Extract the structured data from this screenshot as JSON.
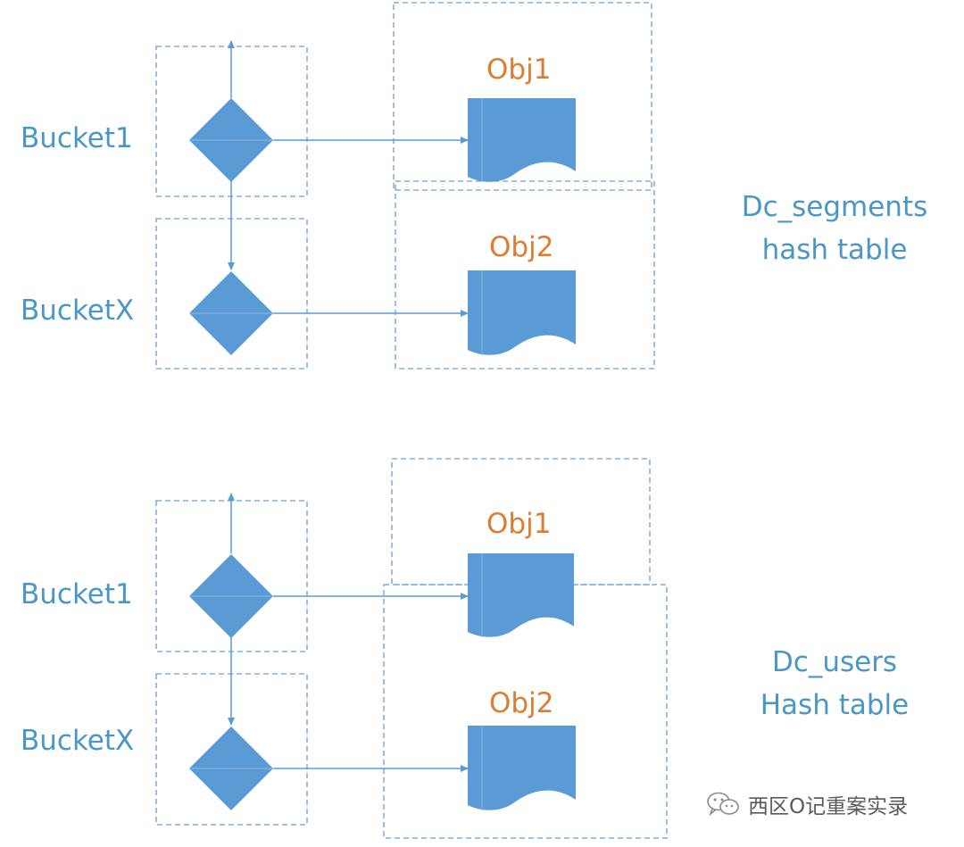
{
  "colors": {
    "blue_text": "#4a97c6",
    "orange_text": "#dc7d33",
    "shape_fill": "#5b9bd5",
    "line": "#5b9bd5",
    "dashed_border": "#6a9fcd",
    "watermark_text": "#5a5a5a"
  },
  "diagrams": [
    {
      "buckets": [
        "Bucket1",
        "BucketX"
      ],
      "objects": [
        "Obj1",
        "Obj2"
      ],
      "table_label": [
        "Dc_segments",
        "hash table"
      ]
    },
    {
      "buckets": [
        "Bucket1",
        "BucketX"
      ],
      "objects": [
        "Obj1",
        "Obj2"
      ],
      "table_label": [
        "Dc_users",
        "Hash table"
      ]
    }
  ],
  "watermark": {
    "icon": "wechat-icon",
    "text": "西区O记重案实录"
  }
}
